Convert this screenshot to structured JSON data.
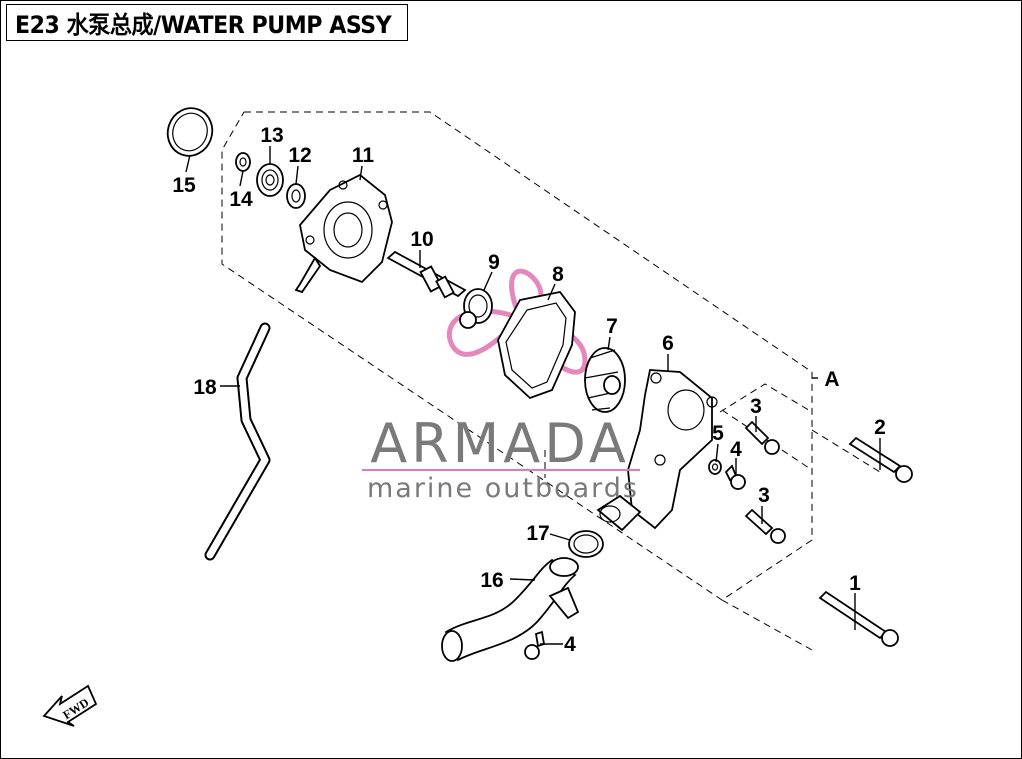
{
  "title": "E23  水泵总成/WATER PUMP ASSY",
  "callouts": {
    "p1": "1",
    "p2": "2",
    "p3a": "3",
    "p3b": "3",
    "p4a": "4",
    "p4b": "4",
    "p5": "5",
    "p6": "6",
    "p7": "7",
    "p8": "8",
    "p9": "9",
    "p10": "10",
    "p11": "11",
    "p12": "12",
    "p13": "13",
    "p14": "14",
    "p15": "15",
    "p16": "16",
    "p17": "17",
    "p18": "18",
    "group_a": "A"
  },
  "fwd_label": "FWD",
  "watermark": {
    "name": "ARMADA",
    "tagline": "marine outboards",
    "logo_color": "#e07bb5",
    "text_color": "#7a7a7a",
    "rule_color": "#e07bb5"
  }
}
